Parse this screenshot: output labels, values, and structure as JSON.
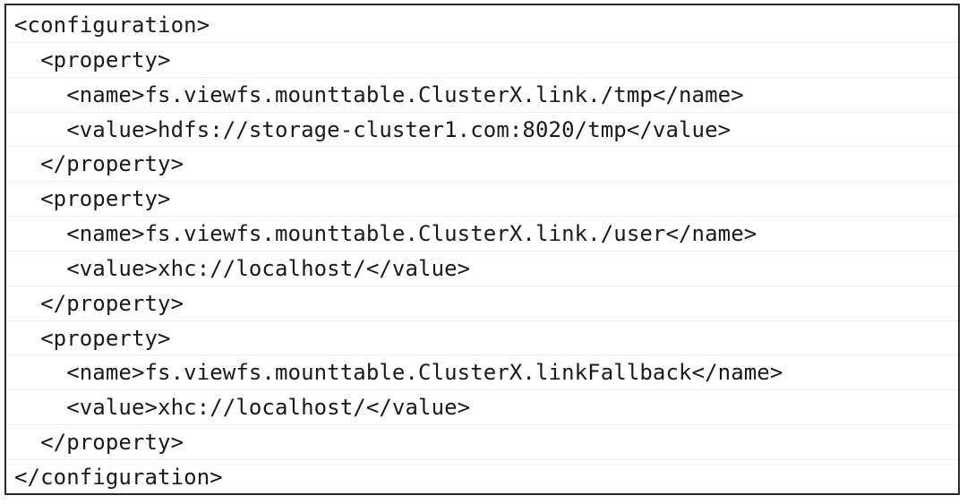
{
  "document": {
    "kind": "xml-configuration-snippet",
    "background_color": "#ffffff",
    "border_color": "#2a2a2a",
    "text_color": "#1a1a1a",
    "row_divider_color": "#efefef"
  },
  "code": {
    "language": "xml",
    "lines": [
      "<configuration>",
      "  <property>",
      "    <name>fs.viewfs.mounttable.ClusterX.link./tmp</name>",
      "    <value>hdfs://storage-cluster1.com:8020/tmp</value>",
      "  </property>",
      "  <property>",
      "    <name>fs.viewfs.mounttable.ClusterX.link./user</name>",
      "    <value>xhc://localhost/</value>",
      "  </property>",
      "  <property>",
      "    <name>fs.viewfs.mounttable.ClusterX.linkFallback</name>",
      "    <value>xhc://localhost/</value>",
      "  </property>",
      "</configuration>"
    ],
    "properties": [
      {
        "name": "fs.viewfs.mounttable.ClusterX.link./tmp",
        "value": "hdfs://storage-cluster1.com:8020/tmp"
      },
      {
        "name": "fs.viewfs.mounttable.ClusterX.link./user",
        "value": "xhc://localhost/"
      },
      {
        "name": "fs.viewfs.mounttable.ClusterX.linkFallback",
        "value": "xhc://localhost/"
      }
    ]
  }
}
